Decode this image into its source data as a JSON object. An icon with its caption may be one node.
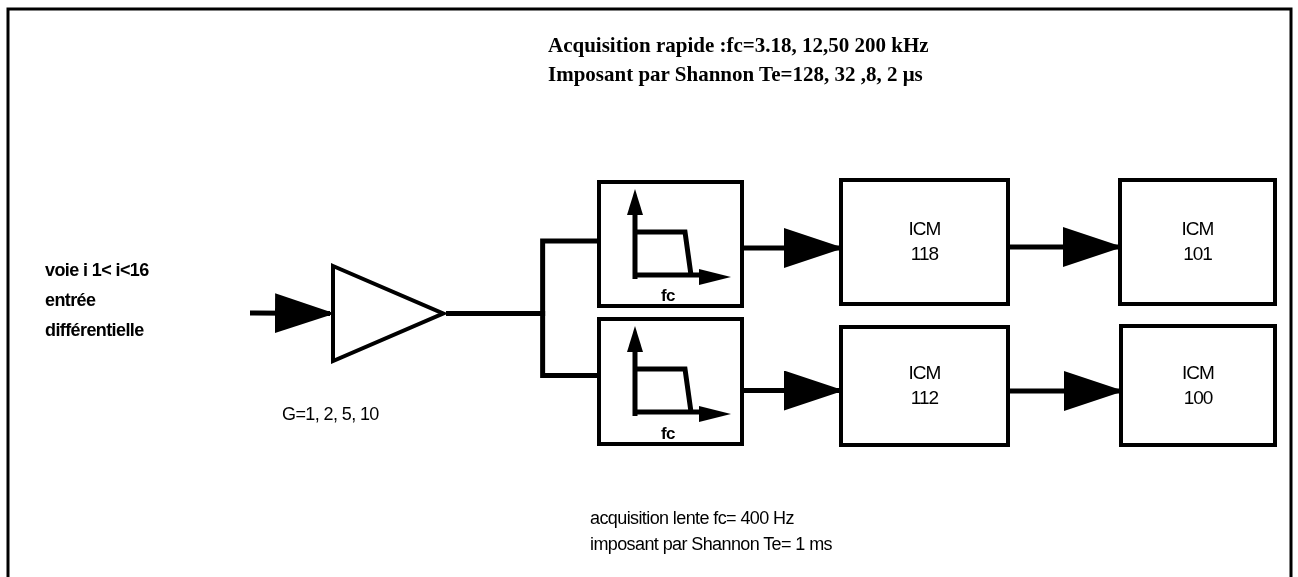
{
  "diagram": {
    "nodes": [
      {
        "text": [],
        "shape": "triangle",
        "beside": [
          "G=1, 2, 5, 10"
        ]
      },
      {
        "text": [
          "fc"
        ]
      },
      {
        "text": [
          "fc"
        ]
      },
      {
        "text": [
          "ICM 118"
        ]
      },
      {
        "text": [
          "ICM 112"
        ]
      },
      {
        "text": [
          "ICM 101"
        ]
      },
      {
        "text": [
          "ICM 100"
        ]
      }
    ],
    "edges": [
      {
        "from": null,
        "to": 0,
        "arrow": "to"
      },
      {
        "from": 0,
        "to": 1,
        "arrow": "none"
      },
      {
        "from": 0,
        "to": 2,
        "arrow": "none"
      },
      {
        "from": 1,
        "to": 3,
        "arrow": "to"
      },
      {
        "from": 2,
        "to": 4,
        "arrow": "to"
      },
      {
        "from": 3,
        "to": 5,
        "arrow": "to"
      },
      {
        "from": 4,
        "to": 6,
        "arrow": "to"
      }
    ],
    "labels": [
      "Acquisition rapide :fc=3.18, 12,50 200 kHz",
      "Imposant par Shannon Te=128, 32 ,8, 2 μs",
      "voie i 1< i<16 entrée différentielle",
      "acquisition lente fc= 400 Hz",
      "imposant par Shannon Te= 1 ms"
    ]
  }
}
